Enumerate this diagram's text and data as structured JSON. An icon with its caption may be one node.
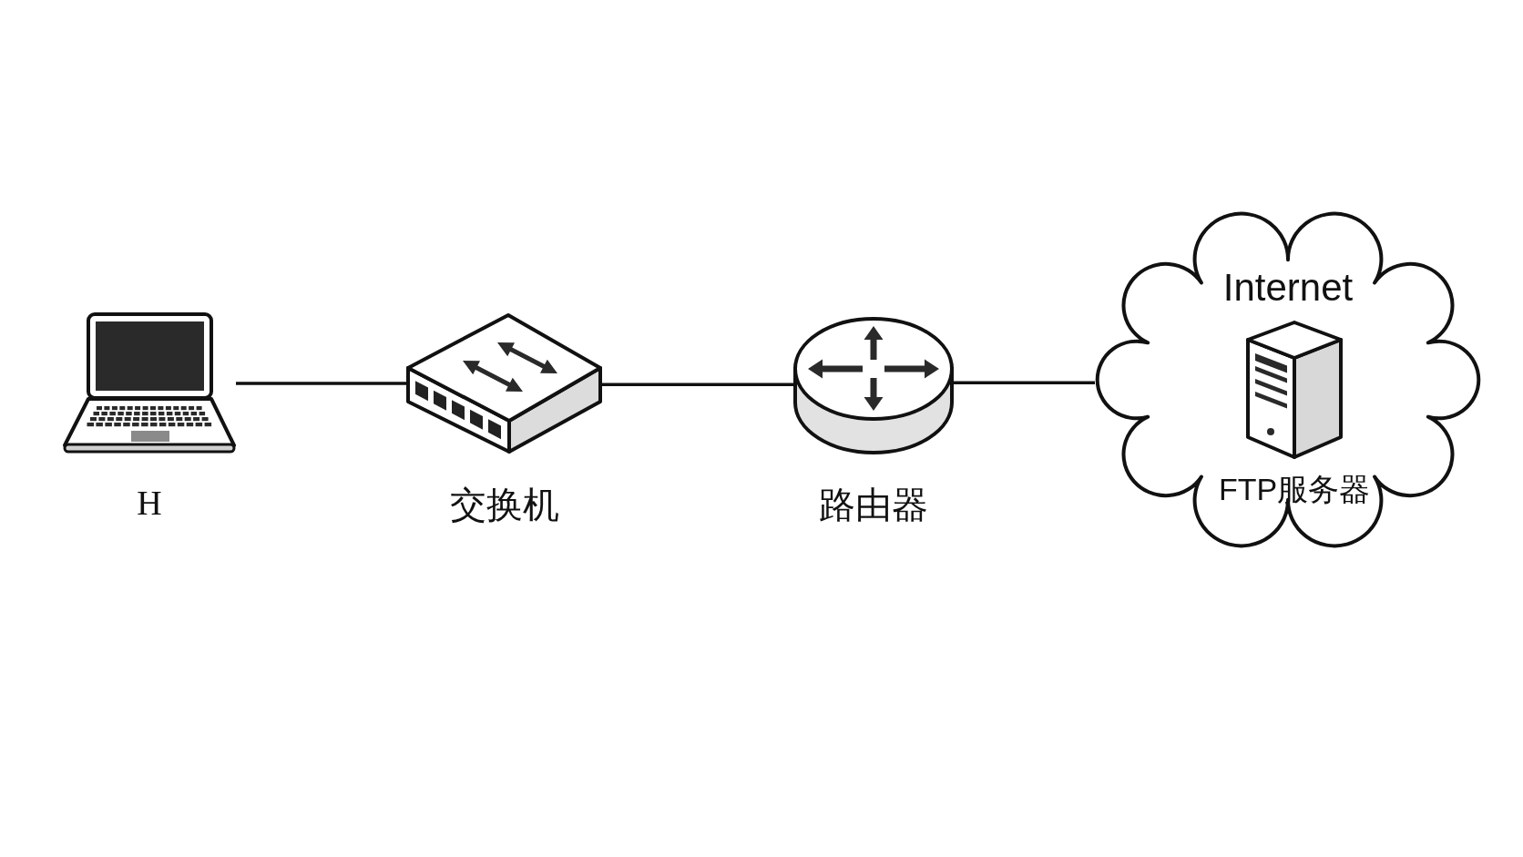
{
  "diagram": {
    "nodes": [
      {
        "text": [
          "H"
        ]
      },
      {
        "text": [
          "交换机"
        ]
      },
      {
        "text": [
          "路由器"
        ]
      },
      {
        "text": [
          "Internet"
        ]
      },
      {
        "text": [
          "FTP服务器"
        ],
        "in": 3
      }
    ],
    "edges": [
      {
        "from": 0,
        "to": 1,
        "arrow": "none"
      },
      {
        "from": 1,
        "to": 2,
        "arrow": "none"
      },
      {
        "from": 2,
        "to": 3,
        "arrow": "none"
      }
    ]
  }
}
